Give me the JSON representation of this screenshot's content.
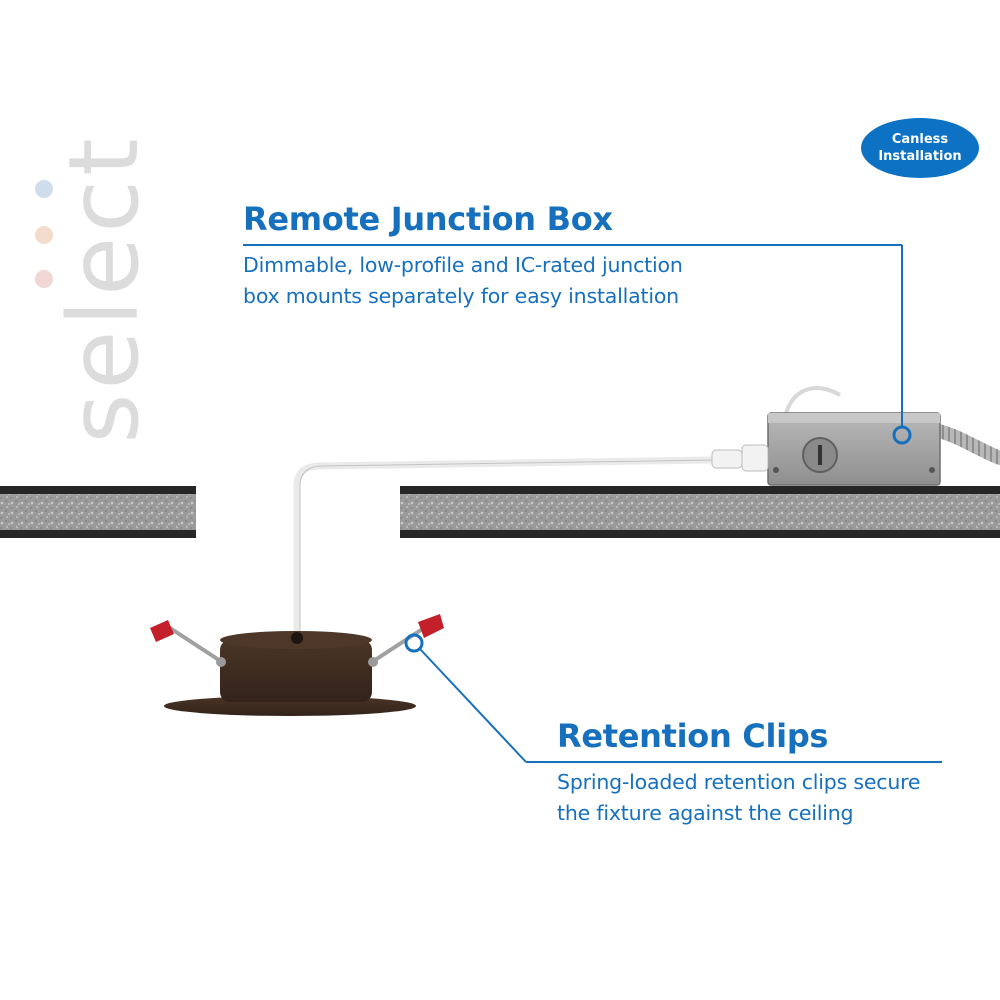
{
  "brand": {
    "wordmark": "select",
    "dot_colors": [
      "#cfdcec",
      "#f3dccc",
      "#f1d6d6"
    ]
  },
  "badge": {
    "line1": "Canless",
    "line2": "Installation",
    "color": "#0d72c4"
  },
  "callouts": {
    "junction_box": {
      "title": "Remote Junction Box",
      "line1": "Dimmable, low-profile and IC-rated junction",
      "line2": "box mounts separately for easy installation"
    },
    "retention_clips": {
      "title": "Retention Clips",
      "line1": "Spring-loaded retention clips secure",
      "line2": "the fixture against the ceiling"
    }
  },
  "colors": {
    "accent_blue": "#1670bd",
    "fixture_bronze": "#3e2b1f",
    "clip_red": "#c4202b"
  },
  "icons": [
    "ceiling-section",
    "junction-box",
    "wire-cable",
    "recessed-fixture",
    "retention-clip",
    "leader-marker-circle"
  ]
}
